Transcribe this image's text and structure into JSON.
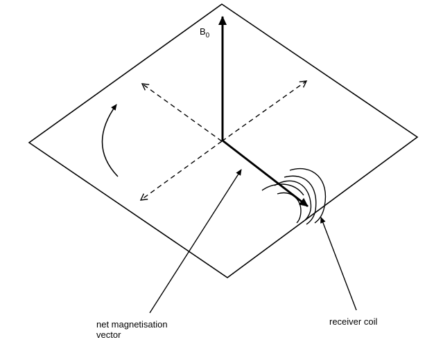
{
  "labels": {
    "b0_main": "B",
    "b0_sub": "0",
    "net_magnetisation_line1": "net magnetisation",
    "net_magnetisation_line2": "vector",
    "receiver_coil": "receiver coil"
  }
}
